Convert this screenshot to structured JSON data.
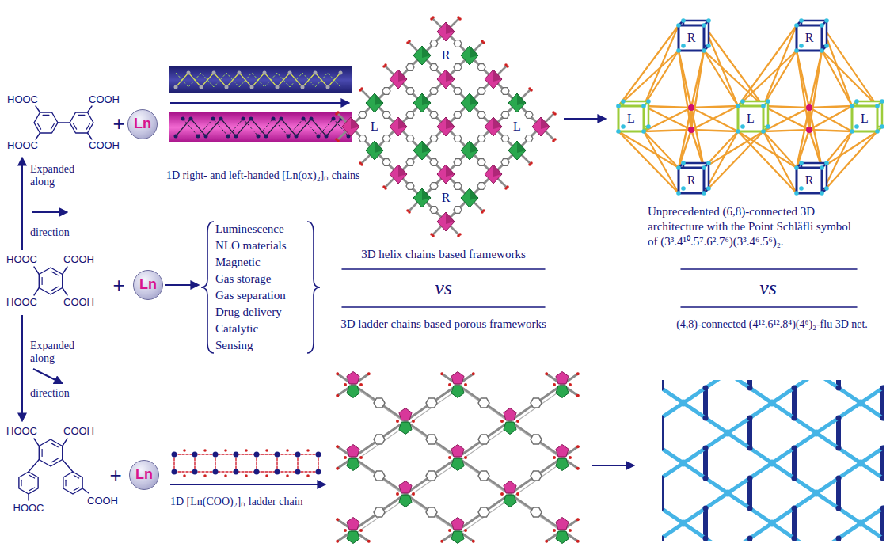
{
  "diagram": {
    "nodes": [
      {
        "text": [
          "Ln"
        ]
      },
      {
        "text": [
          "Ln"
        ]
      },
      {
        "text": [
          "Ln"
        ]
      }
    ],
    "labels": [
      "HOOC",
      "COOH",
      "HOOC",
      "COOH",
      "Expanded along",
      "direction",
      "HOOC",
      "COOH",
      "HOOC",
      "COOH",
      "Expanded along",
      "direction",
      "HOOC",
      "COOH",
      "HOOC",
      "COOH",
      "1D right- and left-handed [Ln(ox)₂]ₙ chains",
      "1D [Ln(COO)₂]ₙ ladder chain",
      "Luminescence",
      "NLO materials",
      "Magnetic",
      "Gas storage",
      "Gas separation",
      "Drug delivery",
      "Catalytic",
      "Sensing",
      "3D helix chains based frameworks",
      "vs",
      "3D ladder chains based porous frameworks",
      "Unprecedented (6,8)-connected 3D architecture with the Point Schläfli symbol of (3³.4¹⁰.5⁷.6².7⁶)(3³.4⁶.5⁶)₂.",
      "vs",
      "(4,8)-connected (4¹².6¹².8⁴)(4⁶)₂-flu 3D net.",
      "R",
      "L",
      "L",
      "R",
      "R",
      "R",
      "R",
      "R",
      "L",
      "L",
      "L",
      "+",
      "+",
      "+"
    ]
  }
}
